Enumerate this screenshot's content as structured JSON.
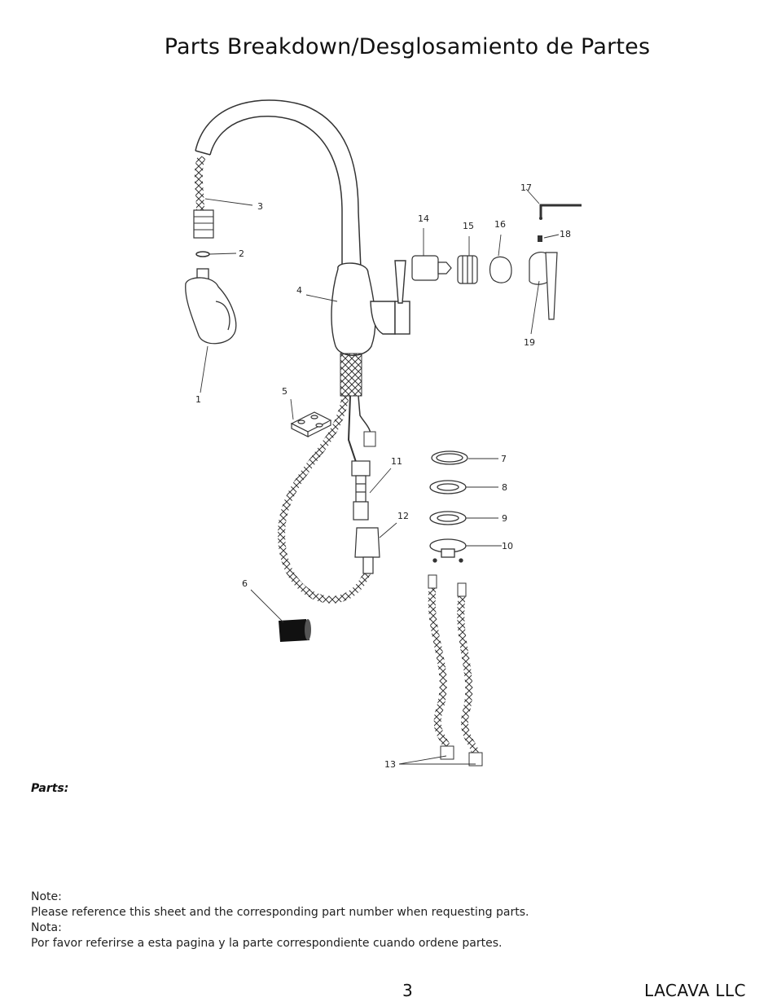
{
  "title": "Parts Breakdown/Desglosamiento de Partes",
  "callouts": [
    "1",
    "2",
    "3",
    "4",
    "5",
    "6",
    "7",
    "8",
    "9",
    "10",
    "11",
    "12",
    "13",
    "14",
    "15",
    "16",
    "17",
    "18",
    "19"
  ],
  "parts_heading": "Parts:",
  "note": {
    "label_en": "Note:",
    "text_en": "Please reference this sheet and the corresponding part number when requesting parts.",
    "label_es": "Nota:",
    "text_es": "Por favor referirse a esta pagina y la parte correspondiente cuando ordene partes."
  },
  "footer": {
    "page_number": "3",
    "company": "LACAVA LLC"
  }
}
